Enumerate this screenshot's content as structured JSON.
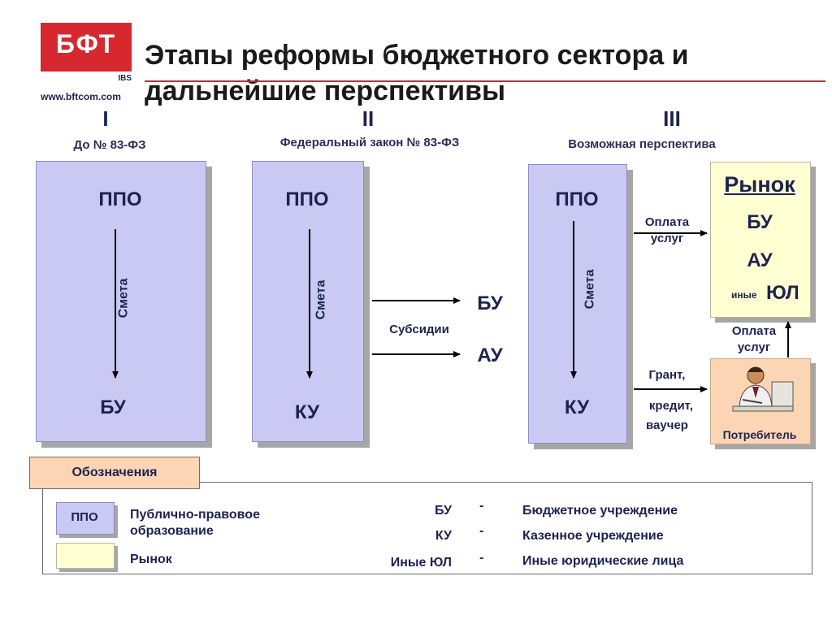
{
  "logo": {
    "name": "БФТ",
    "tag": "IBS",
    "url": "www.bftcom.com"
  },
  "title": {
    "line1": "Этапы реформы бюджетного сектора и",
    "line2": "дальнейшие перспективы"
  },
  "stages": [
    {
      "roman": "I",
      "caption": "До № 83-ФЗ",
      "top": "ППО",
      "arrow": "Смета",
      "bottom": "БУ"
    },
    {
      "roman": "II",
      "caption": "Федеральный закон № 83-ФЗ",
      "top": "ППО",
      "arrow": "Смета",
      "bottom": "КУ",
      "subsidies": "Субсидии",
      "out1": "БУ",
      "out2": "АУ"
    },
    {
      "roman": "III",
      "caption": "Возможная перспектива",
      "top": "ППО",
      "arrow": "Смета",
      "bottom": "КУ"
    }
  ],
  "market": {
    "title": "Рынок",
    "l1": "БУ",
    "l2": "АУ",
    "l3_small": "иные",
    "l3": "ЮЛ"
  },
  "flows": {
    "pay1": "Оплата\nуслуг",
    "pay2": "Оплата\nуслуг",
    "grant1": "Грант,",
    "grant2": "кредит,",
    "grant3": "ваучер"
  },
  "consumer": {
    "label": "Потребитель"
  },
  "legend": {
    "title": "Обозначения",
    "ppo_box": "ППО",
    "ppo_desc": "Публично-правовое\nобразование",
    "market_desc": "Рынок",
    "abbr": [
      {
        "key": "БУ",
        "dash": "-",
        "value": "Бюджетное учреждение"
      },
      {
        "key": "КУ",
        "dash": "-",
        "value": "Казенное учреждение"
      },
      {
        "key": "Иные ЮЛ",
        "dash": "-",
        "value": "Иные юридические лица"
      }
    ]
  },
  "colors": {
    "panel": "#c9c9f3",
    "market": "#ffffd2",
    "consumer": "#fcd5b5",
    "accent": "#cc2a36",
    "text": "#1d2350"
  }
}
